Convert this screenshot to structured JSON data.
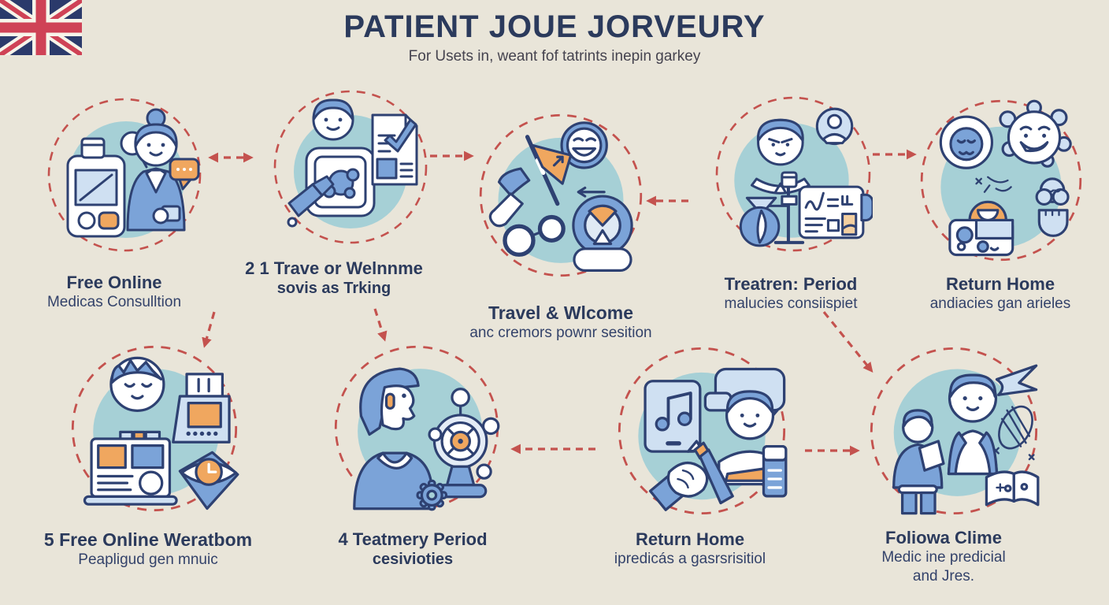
{
  "header": {
    "title": "PATIENT JOUE JORVEURY",
    "subtitle": "For Usets in, weant fof tatrints inepin garkey"
  },
  "flag": {
    "icon": "uk-flag-icon",
    "colors": {
      "navy": "#2b3a6b",
      "red": "#cf4256",
      "white": "#f7f4ea"
    }
  },
  "colors": {
    "background": "#e9e5d9",
    "accent_red": "#c4524e",
    "teal_blob": "#a6d0d6",
    "line_navy": "#2e4172",
    "text_navy": "#2b3a5c",
    "mid_blue": "#7ba3d8",
    "light_blue": "#cfe0f2",
    "orange": "#f0a75f"
  },
  "steps": [
    {
      "title": "Free Online",
      "subtitle": "Medicas Consulltion",
      "icon": "doctor-consultation-icon"
    },
    {
      "title": "2 1 Trave or Welnnme",
      "subtitle": "sovis as Trking",
      "icon": "application-document-icon"
    },
    {
      "title": "Travel & Wlcome",
      "subtitle": "anc cremors pownr sesition",
      "icon": "travel-welcome-icon"
    },
    {
      "title": "Treatren: Period",
      "subtitle": "malucies consiispiet",
      "icon": "treatment-lab-icon"
    },
    {
      "title": "Return Home",
      "subtitle": "andiacies gan arieles",
      "icon": "faces-weather-icon"
    },
    {
      "title": "5 Free Online Weratbom",
      "subtitle": "Peapligud gen mnuic",
      "icon": "online-review-icon"
    },
    {
      "title": "4 Teatmery Period",
      "subtitle": "cesivioties",
      "icon": "hearing-device-icon"
    },
    {
      "title": "Return Home",
      "subtitle": "ipredicás a gasrsrisitiol",
      "icon": "communication-icon"
    },
    {
      "title": "Foliowa Clime",
      "subtitle": "Medic ine predicial",
      "subtitle2": "and Jres.",
      "icon": "follow-up-icon"
    }
  ]
}
